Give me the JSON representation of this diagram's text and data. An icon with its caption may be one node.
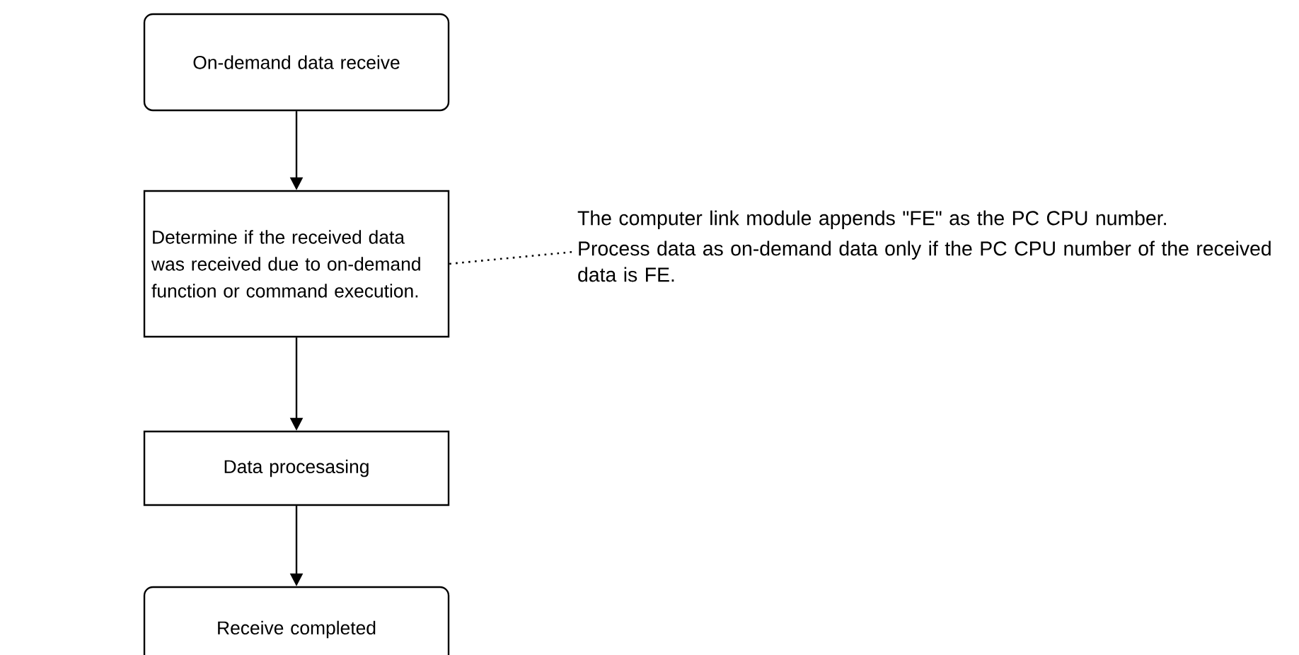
{
  "diagram": {
    "nodes": [
      {
        "text": [
          "On-demand data receive"
        ]
      },
      {
        "text": [
          "Determine if the received data was received due to on-demand function or command execution."
        ]
      },
      {
        "text": [
          "Data procesasing"
        ]
      },
      {
        "text": [
          "Receive completed"
        ]
      },
      {
        "text": [
          "The computer link module appends \"FE\" as the PC CPU number.",
          "Process data as on-demand data only if the PC CPU number of the received data is FE."
        ]
      }
    ],
    "edges": [
      {
        "from": 0,
        "to": 1,
        "arrow": "to"
      },
      {
        "from": 1,
        "to": 2,
        "arrow": "to"
      },
      {
        "from": 2,
        "to": 3,
        "arrow": "to"
      },
      {
        "from": 1,
        "to": 4,
        "arrow": "none",
        "style": "dashed"
      }
    ]
  }
}
